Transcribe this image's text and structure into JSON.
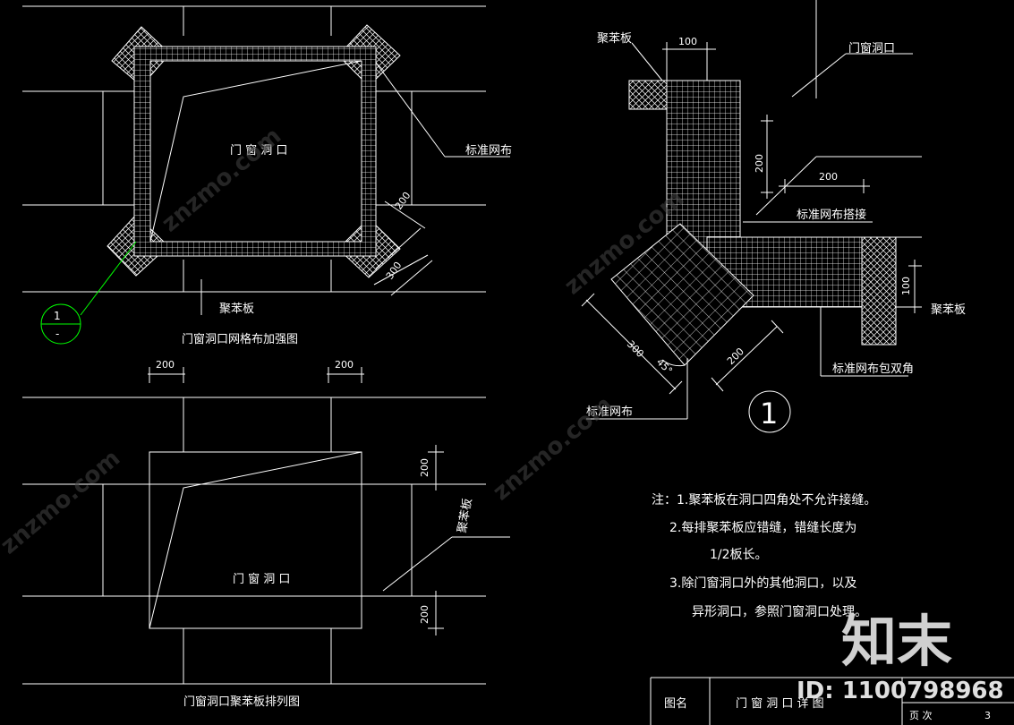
{
  "view_top_left": {
    "opening_label": "门 窗 洞 口",
    "mesh_label": "标准网布",
    "board_label": "聚苯板",
    "dim_diagonal_a": "200",
    "dim_diagonal_b": "300",
    "title": "门窗洞口网格布加强图",
    "callout_top": "1",
    "callout_bottom": "-"
  },
  "view_bottom_left": {
    "dim_top_left": "200",
    "dim_top_right": "200",
    "dim_right_upper": "200",
    "dim_right_lower": "200",
    "opening_label": "门 窗 洞 口",
    "board_label": "聚苯板",
    "title": "门窗洞口聚苯板排列图"
  },
  "view_detail": {
    "board_label_top": "聚苯板",
    "dim_100_top": "100",
    "opening_label": "门窗洞口",
    "dim_200_vert": "200",
    "dim_200_horiz": "200",
    "mesh_lap_label": "标准网布搭接",
    "dim_100_right": "100",
    "board_label_right": "聚苯板",
    "mesh_wrap_label": "标准网布包双角",
    "dim_300": "300",
    "angle_45": "45°",
    "dim_200_diag": "200",
    "mesh_label": "标准网布",
    "detail_number": "1"
  },
  "notes": {
    "line1": "注：1.聚苯板在洞口四角处不允许接缝。",
    "line2": "2.每排聚苯板应错缝，错缝长度为",
    "line3": "1/2板长。",
    "line4": "3.除门窗洞口外的其他洞口，以及",
    "line5": "异形洞口，参照门窗洞口处理。"
  },
  "title_block": {
    "name_label": "图名",
    "name_value": "门 窗 洞 口 详 图",
    "page_label": "页 次",
    "page_value": "3"
  },
  "watermark": {
    "logo": "知末",
    "id_text": "ID: 1100798968",
    "site_text": "znzmo.com"
  },
  "colors": {
    "background": "#000000",
    "line": "#ffffff",
    "callout": "#00ff00",
    "watermark": "#666666"
  }
}
